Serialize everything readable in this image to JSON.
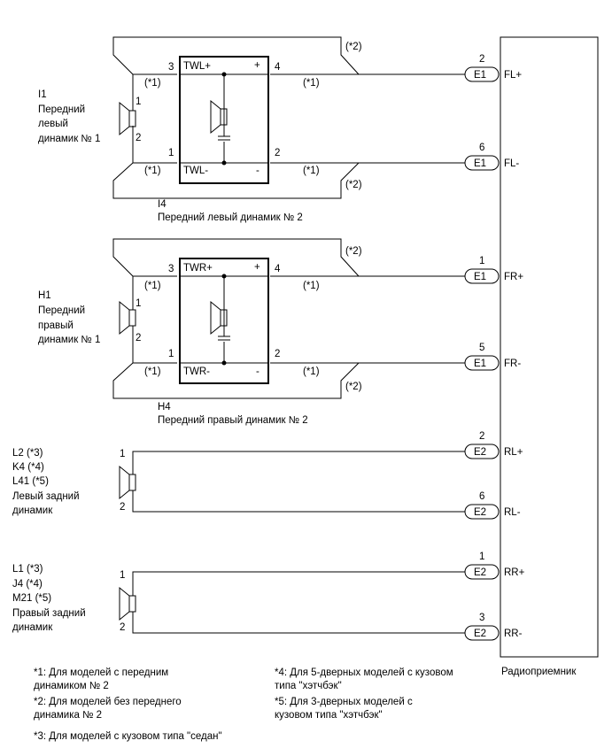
{
  "radio": {
    "label": "Радиоприемник"
  },
  "front_left": {
    "spk1_code": "I1",
    "spk1_name": [
      "Передний",
      "левый",
      "динамик № 1"
    ],
    "spk2_code": "I4",
    "spk2_name": "Передний левый динамик № 2",
    "box_plus_label": "TWL+",
    "box_minus_label": "TWL-",
    "plus_sign": "+",
    "minus_sign": "-",
    "pin_3": "3",
    "pin_4": "4",
    "pin_1": "1",
    "pin_2": "2",
    "spk_pin_1": "1",
    "spk_pin_2": "2",
    "note_1": "(*1)",
    "note_2": "(*2)",
    "conn_top": {
      "pin": "2",
      "connector": "E1",
      "signal": "FL+"
    },
    "conn_bottom": {
      "pin": "6",
      "connector": "E1",
      "signal": "FL-"
    }
  },
  "front_right": {
    "spk1_code": "H1",
    "spk1_name": [
      "Передний",
      "правый",
      "динамик № 1"
    ],
    "spk2_code": "H4",
    "spk2_name": "Передний правый динамик № 2",
    "box_plus_label": "TWR+",
    "box_minus_label": "TWR-",
    "plus_sign": "+",
    "minus_sign": "-",
    "pin_3": "3",
    "pin_4": "4",
    "pin_1": "1",
    "pin_2": "2",
    "spk_pin_1": "1",
    "spk_pin_2": "2",
    "note_1": "(*1)",
    "note_2": "(*2)",
    "conn_top": {
      "pin": "1",
      "connector": "E1",
      "signal": "FR+"
    },
    "conn_bottom": {
      "pin": "5",
      "connector": "E1",
      "signal": "FR-"
    }
  },
  "rear_left": {
    "codes": [
      "L2 (*3)",
      "K4 (*4)",
      "L41 (*5)"
    ],
    "name": [
      "Левый задний",
      "динамик"
    ],
    "spk_pin_1": "1",
    "spk_pin_2": "2",
    "conn_top": {
      "pin": "2",
      "connector": "E2",
      "signal": "RL+"
    },
    "conn_bottom": {
      "pin": "6",
      "connector": "E2",
      "signal": "RL-"
    }
  },
  "rear_right": {
    "codes": [
      "L1 (*3)",
      "J4 (*4)",
      "M21 (*5)"
    ],
    "name": [
      "Правый задний",
      "динамик"
    ],
    "spk_pin_1": "1",
    "spk_pin_2": "2",
    "conn_top": {
      "pin": "1",
      "connector": "E2",
      "signal": "RR+"
    },
    "conn_bottom": {
      "pin": "3",
      "connector": "E2",
      "signal": "RR-"
    }
  },
  "footnotes": {
    "n1": [
      "*1: Для моделей с передним",
      "динамиком № 2"
    ],
    "n2": [
      "*2: Для моделей без переднего",
      "динамика № 2"
    ],
    "n3": [
      "*3: Для моделей с кузовом типа \"седан\""
    ],
    "n4": [
      "*4: Для 5-дверных моделей с кузовом",
      "типа \"хэтчбэк\""
    ],
    "n5": [
      "*5: Для 3-дверных моделей с",
      "кузовом типа \"хэтчбэк\""
    ]
  }
}
